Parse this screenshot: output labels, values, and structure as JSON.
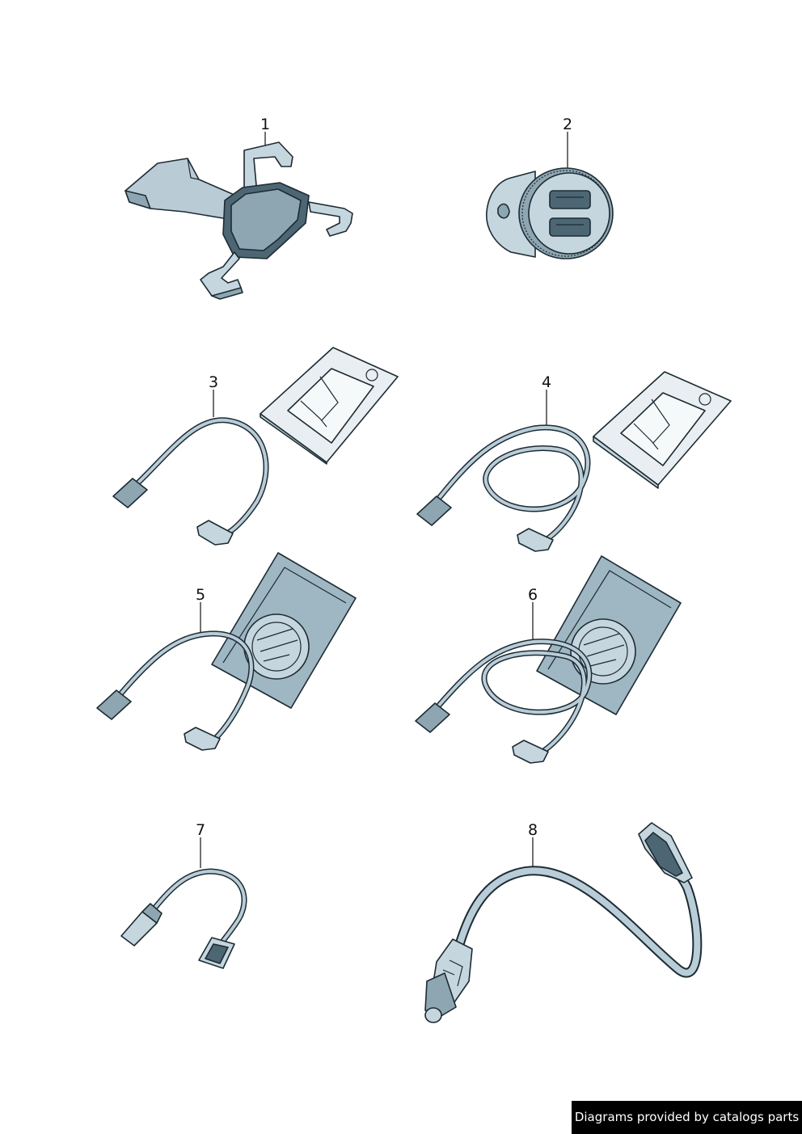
{
  "diagram": {
    "callouts": [
      {
        "id": 1,
        "label": "1"
      },
      {
        "id": 2,
        "label": "2"
      },
      {
        "id": 3,
        "label": "3"
      },
      {
        "id": 4,
        "label": "4"
      },
      {
        "id": 5,
        "label": "5"
      },
      {
        "id": 6,
        "label": "6"
      },
      {
        "id": 7,
        "label": "7"
      },
      {
        "id": 8,
        "label": "8"
      }
    ]
  },
  "footer": {
    "credit": "Diagrams provided by catalogs parts"
  },
  "colors": {
    "outline": "#1d2b33",
    "part_fill": "#c5d6df",
    "part_shade": "#8ea6b2",
    "dark_fill": "#4d6674",
    "packaging": "#e8eef1",
    "credit_bg": "#000000",
    "credit_text": "#ffffff"
  }
}
